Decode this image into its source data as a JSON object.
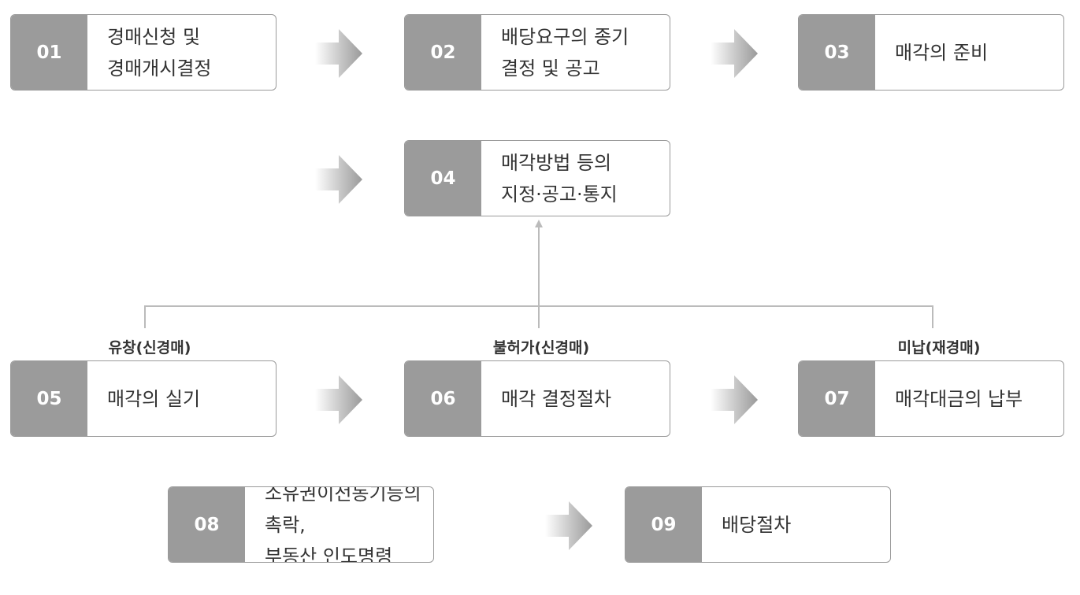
{
  "steps": [
    {
      "num": "01",
      "lines": [
        "경매신청 및",
        "경매개시결정"
      ]
    },
    {
      "num": "02",
      "lines": [
        "배당요구의 종기",
        "결정 및 공고"
      ]
    },
    {
      "num": "03",
      "lines": [
        "매각의 준비"
      ]
    },
    {
      "num": "04",
      "lines": [
        "매각방법 등의",
        "지정·공고·통지"
      ]
    },
    {
      "num": "05",
      "lines": [
        "매각의 실기"
      ]
    },
    {
      "num": "06",
      "lines": [
        "매각 결정절차"
      ]
    },
    {
      "num": "07",
      "lines": [
        "매각대금의 납부"
      ]
    },
    {
      "num": "08",
      "lines": [
        "소유권이전동기등의 촉락,",
        "부동산 인도명령"
      ]
    },
    {
      "num": "09",
      "lines": [
        "배당절차"
      ]
    }
  ],
  "branches": [
    "유창(신경매)",
    "불허가(신경매)",
    "미납(재경매)"
  ],
  "colors": {
    "box_number_bg": "#9b9b9b",
    "box_border": "#9a9a9a",
    "connector": "#bbbbbb"
  }
}
